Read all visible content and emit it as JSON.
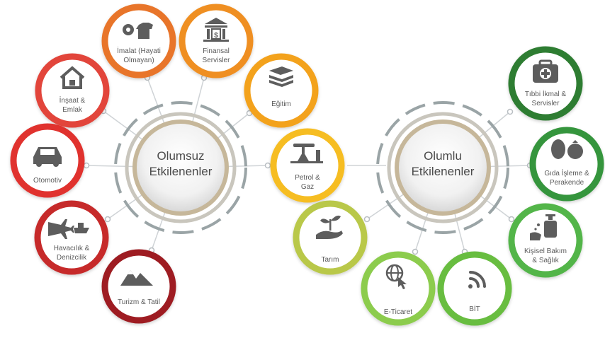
{
  "hubs": {
    "negative": {
      "line1": "Olumsuz",
      "line2": "Etkilenenler"
    },
    "positive": {
      "line1": "Olumlu",
      "line2": "Etkilenenler"
    }
  },
  "sectors": {
    "imalat": {
      "lines": [
        "İmalat (Hayati",
        "Olmayan)"
      ],
      "color": "#e8742a",
      "icon": "gear-shirt-icon"
    },
    "finansal": {
      "lines": [
        "Finansal",
        "Servisler"
      ],
      "color": "#ef8f23",
      "icon": "bank-icon"
    },
    "insaat": {
      "lines": [
        "İnşaat &",
        "Emlak"
      ],
      "color": "#e2443a",
      "icon": "house-icon"
    },
    "egitim": {
      "lines": [
        "Eğitim"
      ],
      "color": "#f3a21d",
      "icon": "books-icon"
    },
    "otomotiv": {
      "lines": [
        "Otomotiv"
      ],
      "color": "#e0322f",
      "icon": "car-icon"
    },
    "petrol": {
      "lines": [
        "Petrol &",
        "Gaz"
      ],
      "color": "#f6bd21",
      "icon": "oil-pump-icon"
    },
    "havacilik": {
      "lines": [
        "Havacılık &",
        "Denizcilik"
      ],
      "color": "#c62a2c",
      "icon": "plane-ship-icon"
    },
    "turizm": {
      "lines": [
        "Turizm & Tatil"
      ],
      "color": "#9e1f22",
      "icon": "mountains-icon"
    },
    "tibbi": {
      "lines": [
        "Tıbbi İkmal &",
        "Servisler"
      ],
      "color": "#2f7d33",
      "icon": "medical-kit-icon"
    },
    "gida": {
      "lines": [
        "Gıda İşleme &",
        "Perakende"
      ],
      "color": "#36953c",
      "icon": "vegetables-icon"
    },
    "kisisel": {
      "lines": [
        "Kişisel Bakım",
        "& Sağlık"
      ],
      "color": "#53b548",
      "icon": "hand-sanitizer-icon"
    },
    "tarim": {
      "lines": [
        "Tarım"
      ],
      "color": "#b9c84a",
      "icon": "plant-hand-icon"
    },
    "eticaret": {
      "lines": [
        "E-Ticaret"
      ],
      "color": "#8ccc4d",
      "icon": "globe-click-icon"
    },
    "bit": {
      "lines": [
        "BİT"
      ],
      "color": "#67bd3f",
      "icon": "wifi-icon"
    }
  }
}
